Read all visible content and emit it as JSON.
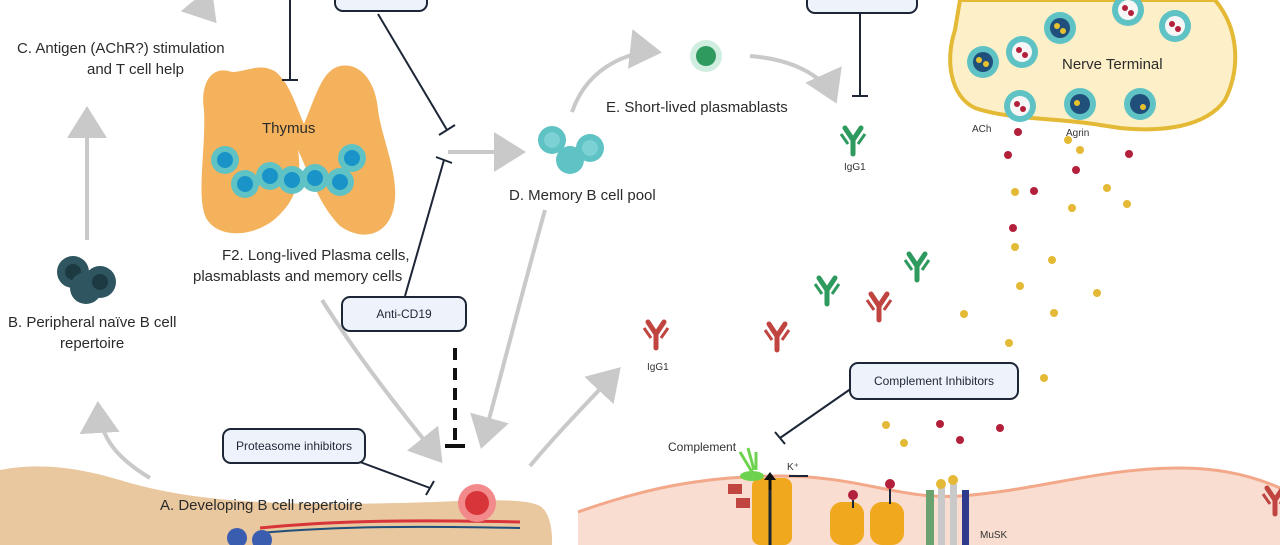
{
  "labels": {
    "antigen": "C. Antigen (AChR?) stimulation",
    "antigen2": "and T cell help",
    "thymus": "Thymus",
    "longlived": "F2. Long-lived Plasma cells,",
    "longlived2": "plasmablasts and memory cells",
    "peripheral": "B. Peripheral naïve B cell",
    "peripheral2": "repertoire",
    "developing": "A. Developing B cell repertoire",
    "memory": "D. Memory B cell pool",
    "shortlived": "E. Short-lived plasmablasts",
    "igg1_top": "IgG1",
    "igg1_left": "IgG1",
    "nerve": "Nerve Terminal",
    "ach": "ACh",
    "agrin": "Agrin",
    "complement": "Complement",
    "kplus": "K⁺",
    "musk": "MuSK"
  },
  "boxes": {
    "anti_cd19": "Anti-CD19",
    "proteasome": "Proteasome inhibitors",
    "complement_inh": "Complement Inhibitors"
  },
  "colors": {
    "thymus": "#f4b25d",
    "bcell_dark": "#2f5560",
    "bcell_teal": "#5fc2c4",
    "plasma_red": "#d8353a",
    "antibody_green": "#2e9a5e",
    "antibody_red": "#c0443f",
    "nerve_fill": "#fdf0c8",
    "nerve_border": "#e3b935",
    "muscle": "#f9ddd0",
    "muscle_edge": "#f2a889",
    "bone": "#e9c79f"
  }
}
